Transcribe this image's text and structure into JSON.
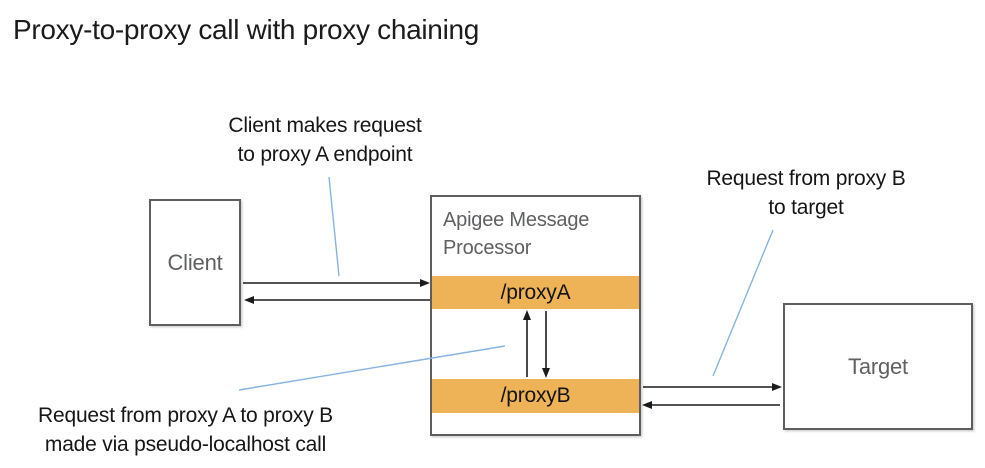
{
  "title": "Proxy-to-proxy call with proxy chaining",
  "annotations": {
    "client_request": {
      "line1": "Client makes request",
      "line2": "to proxy A endpoint"
    },
    "proxyb_target": {
      "line1": "Request from proxy B",
      "line2": "to target"
    },
    "proxya_proxyb": {
      "line1": "Request from proxy A to proxy B",
      "line2": "made via pseudo-localhost call"
    }
  },
  "nodes": {
    "client": {
      "label": "Client"
    },
    "message_processor": {
      "title": "Apigee Message Processor",
      "proxy_a": "/proxyA",
      "proxy_b": "/proxyB"
    },
    "target": {
      "label": "Target"
    }
  },
  "colors": {
    "proxy_bar_orange": "#eeb257",
    "leader_line_blue": "#85b4e2",
    "box_border_gray": "#5e5e5e",
    "box_label_gray": "#5f6062",
    "arrow_black": "#1c1c1c"
  }
}
